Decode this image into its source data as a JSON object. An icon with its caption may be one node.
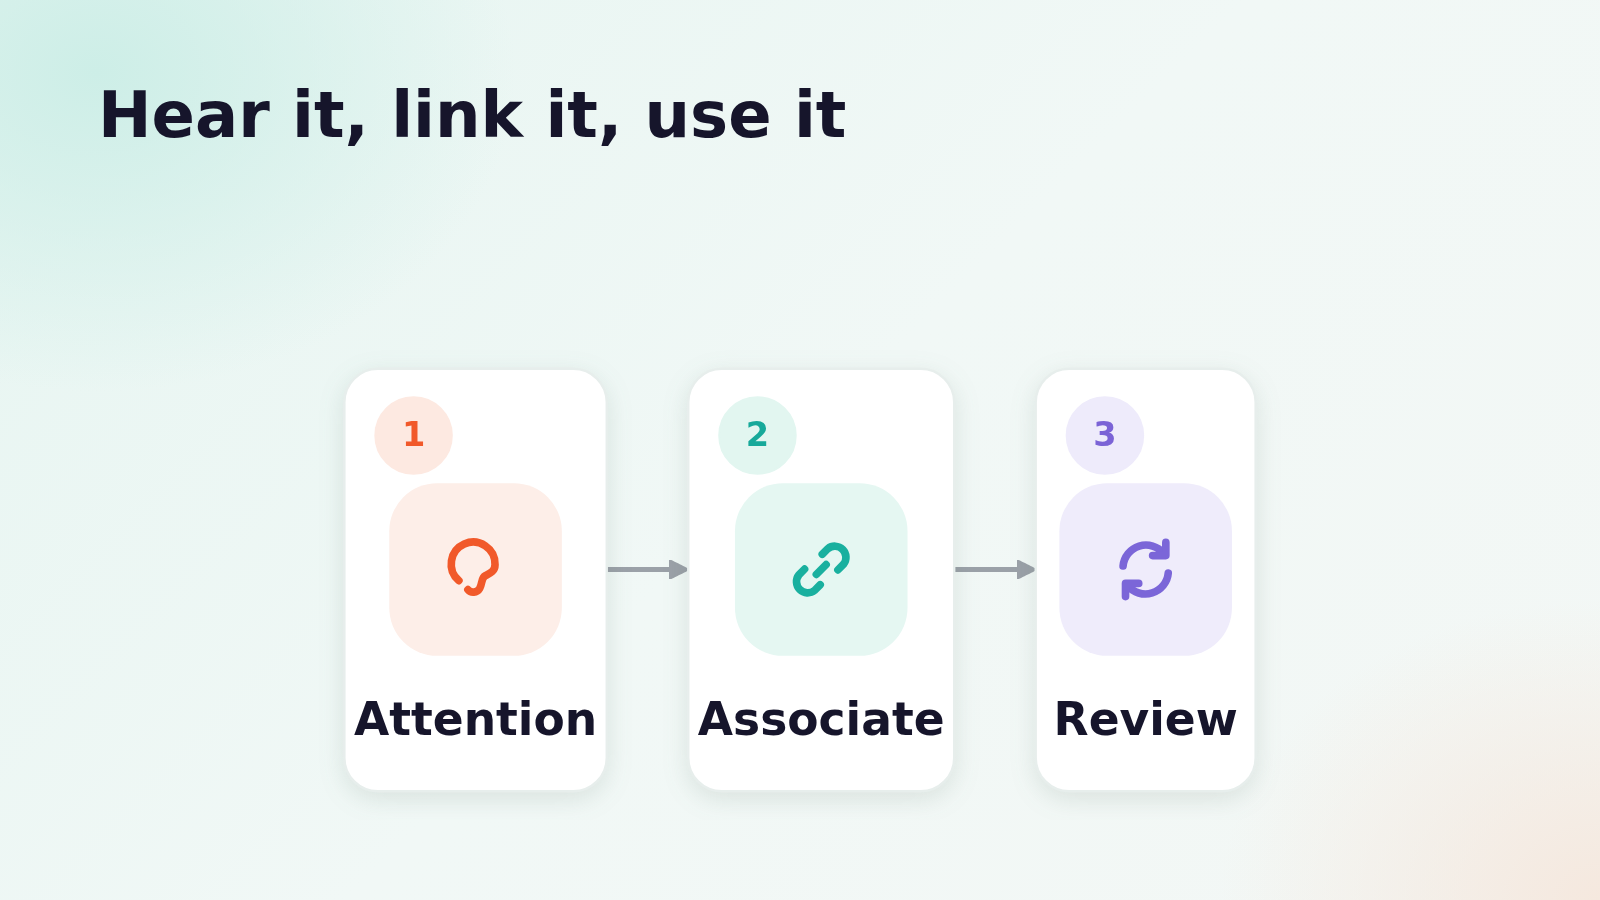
{
  "diagram": {
    "title": "Hear it, link it, use it",
    "nodes": [
      {
        "text": [
          "Attention"
        ]
      },
      {
        "text": [
          "1"
        ],
        "in": 0
      },
      {
        "text": [
          "Associate"
        ]
      },
      {
        "text": [
          "2"
        ],
        "in": 2
      },
      {
        "text": [
          "Review"
        ]
      },
      {
        "text": [
          "3"
        ],
        "in": 4
      }
    ],
    "edges": [
      {
        "from": 0,
        "to": 2,
        "arrow": "to"
      },
      {
        "from": 2,
        "to": 4,
        "arrow": "to"
      }
    ]
  }
}
